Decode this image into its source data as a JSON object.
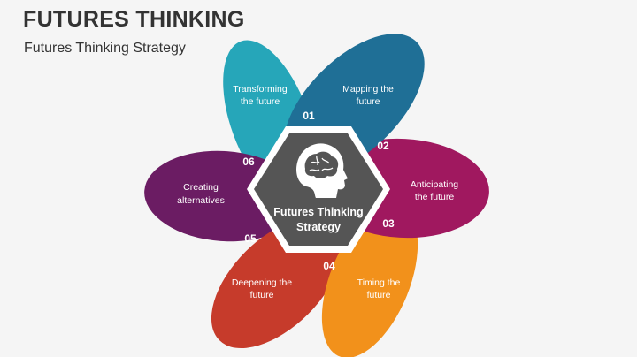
{
  "header": {
    "title": "FUTURES THINKING",
    "subtitle": "Futures Thinking Strategy"
  },
  "center": {
    "line1": "Futures Thinking",
    "line2": "Strategy",
    "icon": "brain-head-icon"
  },
  "items": [
    {
      "number": "01",
      "line1": "Transforming",
      "line2": "the future",
      "color": "#26a6b9"
    },
    {
      "number": "02",
      "line1": "Mapping the",
      "line2": "future",
      "color": "#1f6f96"
    },
    {
      "number": "03",
      "line1": "Anticipating",
      "line2": "the future",
      "color": "#a0185f"
    },
    {
      "number": "04",
      "line1": "Timing the",
      "line2": "future",
      "color": "#f2911b"
    },
    {
      "number": "05",
      "line1": "Deepening the",
      "line2": "future",
      "color": "#c63b2b"
    },
    {
      "number": "06",
      "line1": "Creating",
      "line2": "alternatives",
      "color": "#6b1c63"
    }
  ]
}
